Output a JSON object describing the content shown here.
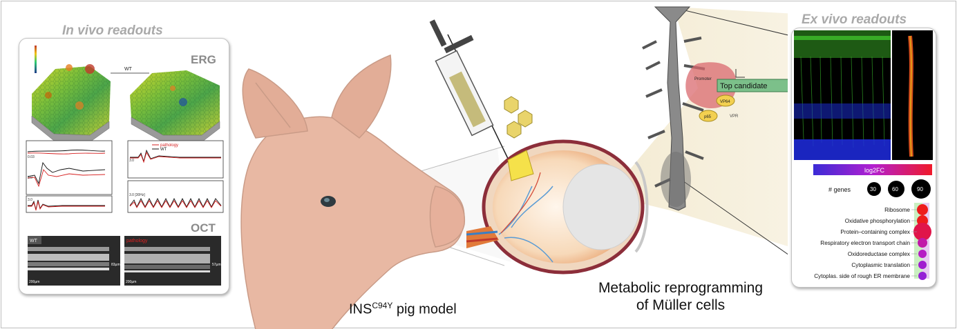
{
  "invivo": {
    "title": "In vivo readouts",
    "erg_label": "ERG",
    "oct_label": "OCT",
    "erg_map_label": "WT",
    "legend": {
      "pathology": "pathology",
      "wt": "WT"
    },
    "trace_labels": [
      "0.03",
      "3.0",
      "3.0",
      "3.0",
      "3.0 [30Hz]"
    ],
    "oct_wt": "WT",
    "oct_pathology": "pathology",
    "oct_thick_wt": "83µm",
    "oct_thick_path": "57µm",
    "oct_scale": "200µm"
  },
  "pig_caption": {
    "prefix": "INS",
    "superscript": "C94Y",
    "suffix": " pig model"
  },
  "muller_caption": {
    "line1": "Metabolic reprogramming",
    "line2": "of Müller cells"
  },
  "construct": {
    "top_candidate": "Top candidate",
    "promoter": "Promoter",
    "vp64": "VP64",
    "p65": "p65",
    "vpr": "VPR"
  },
  "exvivo": {
    "title": "Ex vivo readouts",
    "colorbar_label": "log2FC",
    "genes_label": "# genes",
    "gene_sizes": [
      "30",
      "60",
      "90"
    ],
    "terms": [
      {
        "name": "Ribosome",
        "color": "#ee1c1c"
      },
      {
        "name": "Oxidative phosphorylation",
        "color": "#ee1c1c"
      },
      {
        "name": "Protein–containing complex",
        "color": "#e0154a"
      },
      {
        "name": "Respiratory electron transport chain",
        "color": "#c11aa8"
      },
      {
        "name": "Oxidoreductase complex",
        "color": "#b51cc4"
      },
      {
        "name": "Cytoplasmic translation",
        "color": "#a01ccf"
      },
      {
        "name": "Cytoplas. side of rough ER membrane",
        "color": "#9520d6"
      }
    ]
  }
}
